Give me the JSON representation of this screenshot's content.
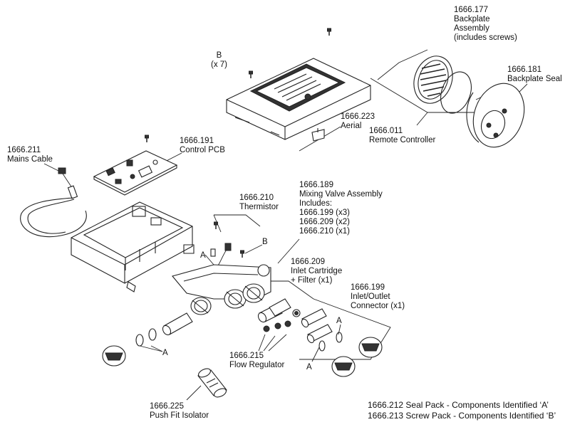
{
  "parts": [
    {
      "key": "backplate",
      "number": "1666.177",
      "lines": [
        "Backplate",
        "Assembly",
        "(includes screws)"
      ]
    },
    {
      "key": "backplate-seal",
      "number": "1666.181",
      "lines": [
        "Backplate Seal"
      ]
    },
    {
      "key": "aerial",
      "number": "1666.223",
      "lines": [
        "Aerial"
      ]
    },
    {
      "key": "remote-controller",
      "number": "1666.011",
      "lines": [
        "Remote Controller"
      ]
    },
    {
      "key": "mains-cable",
      "number": "1666.211",
      "lines": [
        "Mains Cable"
      ]
    },
    {
      "key": "control-pcb",
      "number": "1666.191",
      "lines": [
        "Control PCB"
      ]
    },
    {
      "key": "thermistor",
      "number": "1666.210",
      "lines": [
        "Thermistor"
      ]
    },
    {
      "key": "mixing-valve",
      "number": "1666.189",
      "lines": [
        "Mixing Valve Assembly",
        "Includes:",
        "1666.199 (x3)",
        "1666.209 (x2)",
        "1666.210 (x1)"
      ]
    },
    {
      "key": "inlet-cartridge",
      "number": "1666.209",
      "lines": [
        "Inlet Cartridge",
        "+ Filter (x1)"
      ]
    },
    {
      "key": "inlet-outlet-connector",
      "number": "1666.199",
      "lines": [
        "Inlet/Outlet",
        "Connector (x1)"
      ]
    },
    {
      "key": "flow-regulator",
      "number": "1666.215",
      "lines": [
        "Flow Regulator"
      ]
    },
    {
      "key": "push-fit-isolator",
      "number": "1666.225",
      "lines": [
        "Push Fit Isolator"
      ]
    }
  ],
  "markers": {
    "screw_b_label": "B",
    "screw_b_count": "(x 7)",
    "thermistor_b": "B",
    "seal_a": "A"
  },
  "packs": [
    "1666.212 Seal Pack -  Components Identified ‘A’",
    "1666.213 Screw Pack - Components Identified ‘B’"
  ]
}
